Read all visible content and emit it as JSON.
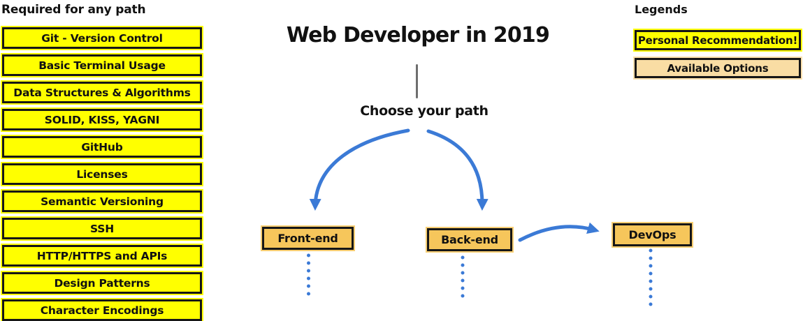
{
  "header": {
    "title": "Web Developer in 2019",
    "subtitle": "Choose your path"
  },
  "required_section": {
    "title": "Required for any path",
    "items": [
      "Git - Version Control",
      "Basic Terminal Usage",
      "Data Structures & Algorithms",
      "SOLID, KISS, YAGNI",
      "GitHub",
      "Licenses",
      "Semantic Versioning",
      "SSH",
      "HTTP/HTTPS and APIs",
      "Design Patterns",
      "Character Encodings"
    ]
  },
  "paths": {
    "nodes": [
      {
        "label": "Front-end"
      },
      {
        "label": "Back-end"
      },
      {
        "label": "DevOps"
      }
    ]
  },
  "legend": {
    "title": "Legends",
    "items": [
      {
        "label": "Personal Recommendation!",
        "type": "recommendation"
      },
      {
        "label": "Available Options",
        "type": "option"
      }
    ]
  },
  "colors": {
    "recommendation_yellow": "#ffff00",
    "option_tan": "#f9dda4",
    "node_orange": "#f6c65b",
    "arrow_blue": "#3b7ad6",
    "stem_gray": "#6e6e6e"
  }
}
